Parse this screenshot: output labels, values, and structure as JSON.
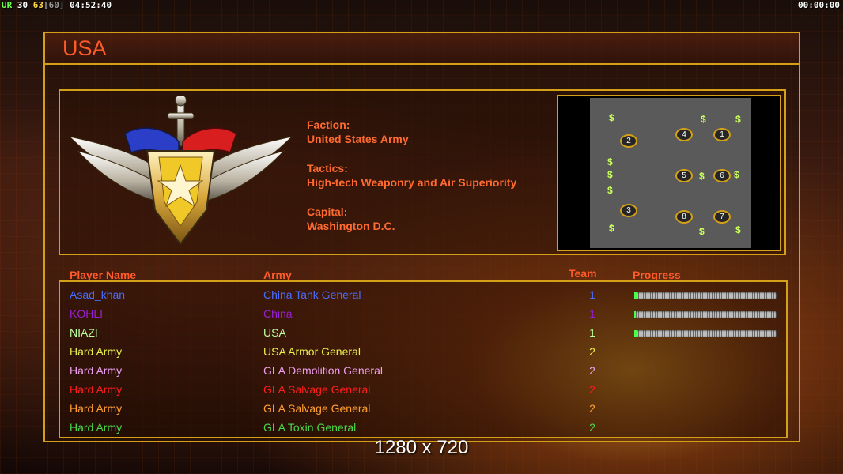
{
  "hud": {
    "ur": "UR",
    "num1": "30",
    "fps": "63",
    "fps_cap": "[60]",
    "clock": "04:52:40",
    "timer": "00:00:00"
  },
  "faction": {
    "title": "USA",
    "faction_label": "Faction:",
    "faction_value": "United States Army",
    "tactics_label": "Tactics:",
    "tactics_value": "High-tech Weaponry and Air Superiority",
    "capital_label": "Capital:",
    "capital_value": "Washington D.C."
  },
  "minimap": {
    "spots": [
      "1",
      "2",
      "3",
      "4",
      "5",
      "6",
      "7",
      "8"
    ],
    "supply_glyph": "$"
  },
  "table": {
    "headers": {
      "name": "Player Name",
      "army": "Army",
      "team": "Team",
      "progress": "Progress"
    },
    "rows": [
      {
        "name": "Asad_khan",
        "army": "China Tank General",
        "team": "1",
        "color": "#4a6cff",
        "progress": 0.02
      },
      {
        "name": "KOHLI",
        "army": "China",
        "team": "1",
        "color": "#9a1ed8",
        "progress": 0.01
      },
      {
        "name": "NIAZI",
        "army": "USA",
        "team": "1",
        "color": "#b8ff9a",
        "progress": 0.02
      },
      {
        "name": "Hard Army",
        "army": "USA Armor General",
        "team": "2",
        "color": "#e8f04a",
        "progress": null
      },
      {
        "name": "Hard Army",
        "army": "GLA Demolition General",
        "team": "2",
        "color": "#f0a0f0",
        "progress": null
      },
      {
        "name": "Hard Army",
        "army": "GLA Salvage General",
        "team": "2",
        "color": "#ff1e1e",
        "progress": null
      },
      {
        "name": "Hard Army",
        "army": "GLA Salvage General",
        "team": "2",
        "color": "#ffa030",
        "progress": null
      },
      {
        "name": "Hard Army",
        "army": "GLA Toxin General",
        "team": "2",
        "color": "#4ad84a",
        "progress": null
      }
    ]
  },
  "footer": {
    "resolution": "1280 x 720"
  }
}
